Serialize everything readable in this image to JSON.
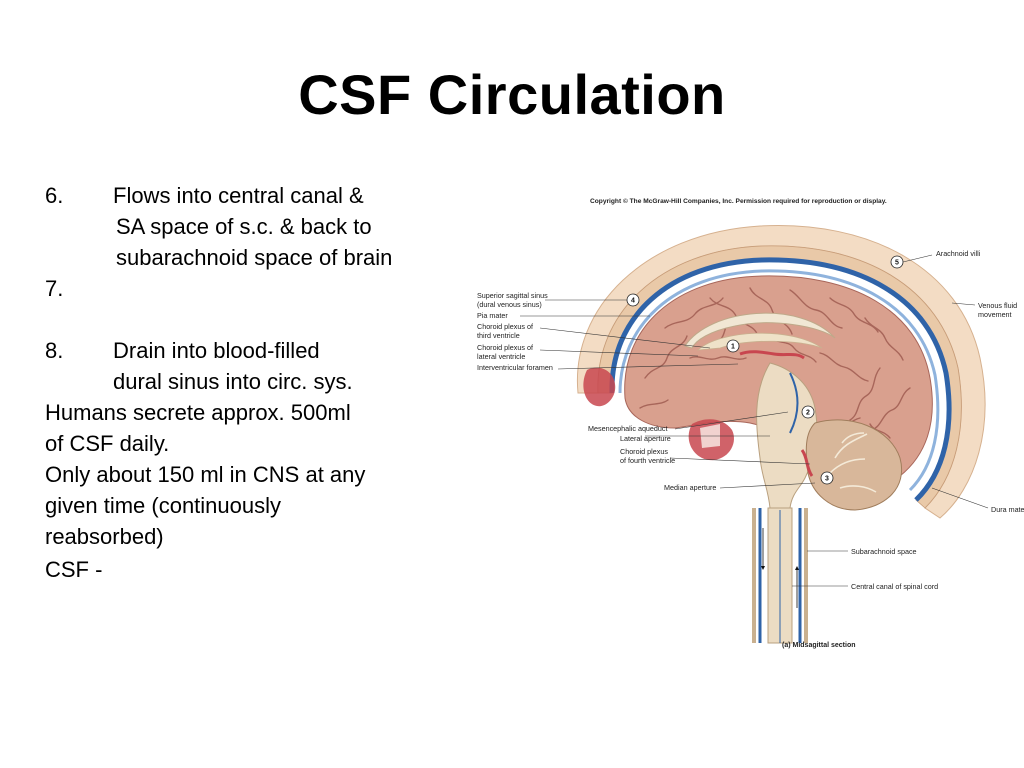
{
  "title": "CSF Circulation",
  "content": {
    "item6_num": "6.",
    "item6_line1": "Flows into central canal &",
    "item6_line2": "SA space of s.c. & back to",
    "item6_line3": "subarachnoid space of brain",
    "item7_num": "7.",
    "item8_num": "8.",
    "item8_line1": "Drain into blood-filled",
    "item8_line2": "dural sinus into circ. sys.",
    "para1_line1": "Humans secrete approx. 500ml",
    "para1_line2": "of CSF daily.",
    "para2_line1": "Only about 150 ml in CNS at any",
    "para2_line2": "given time (continuously",
    "para2_line3": "reabsorbed)",
    "csf_line": "CSF -"
  },
  "figure": {
    "copyright": "Copyright © The McGraw-Hill Companies, Inc. Permission required for reproduction or display.",
    "caption": "(a) Midsagittal section",
    "labels": {
      "arachnoid_villi": "Arachnoid villi",
      "venous_fluid_1": "Venous fluid",
      "venous_fluid_2": "movement",
      "sss_1": "Superior sagittal sinus",
      "sss_2": "(dural venous sinus)",
      "pia_mater": "Pia mater",
      "cp3_1": "Choroid plexus of",
      "cp3_2": "third ventricle",
      "cpl_1": "Choroid plexus of",
      "cpl_2": "lateral ventricle",
      "interventricular_foramen": "Interventricular foramen",
      "mesencephalic_aqueduct": "Mesencephalic aqueduct",
      "lateral_aperture": "Lateral aperture",
      "cp4_1": "Choroid plexus",
      "cp4_2": "of fourth ventricle",
      "median_aperture": "Median aperture",
      "dura_mater": "Dura mater",
      "subarachnoid_space": "Subarachnoid space",
      "central_canal": "Central canal of spinal cord"
    },
    "step_numbers": [
      "1",
      "2",
      "3",
      "4",
      "5"
    ],
    "colors": {
      "brain": "#d9a08e",
      "sulci": "#a8665a",
      "csf_blue": "#2f63a8",
      "skull": "#f3dcc4",
      "choroid_red": "#c8464f",
      "cord": "#ecdcc3"
    }
  }
}
